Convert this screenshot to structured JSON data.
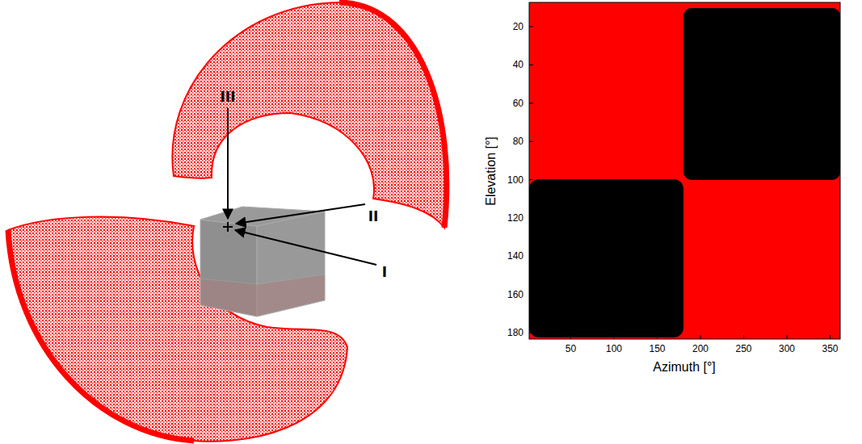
{
  "diagram": {
    "labels": [
      "III",
      "II",
      "I",
      "20",
      "40",
      "60",
      "80",
      "100",
      "120",
      "140",
      "160",
      "180",
      "50",
      "100",
      "150",
      "200",
      "250",
      "300",
      "350",
      "Elevation [°]",
      "Azimuth [°]"
    ]
  }
}
